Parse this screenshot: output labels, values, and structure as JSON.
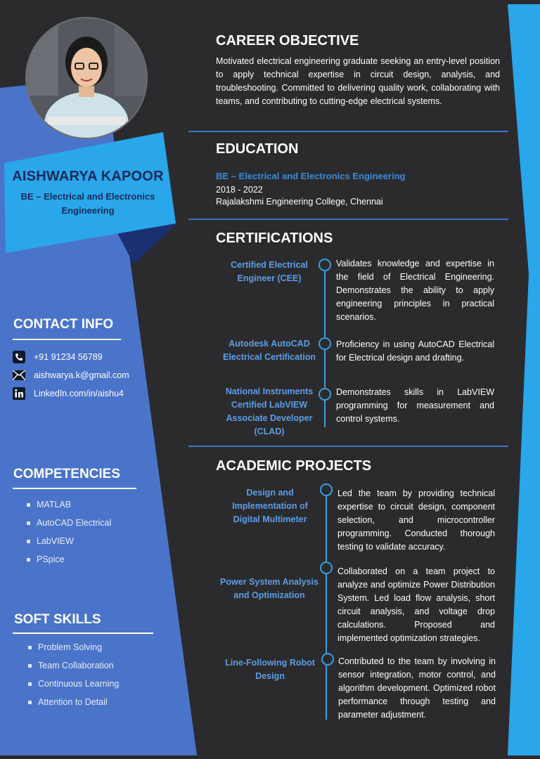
{
  "profile": {
    "name": "AISHWARYA KAPOOR",
    "title": "BE – Electrical and Electronics Engineering"
  },
  "contact": {
    "heading": "CONTACT INFO",
    "phone": "+91 91234 56789",
    "email": "aishwarya.k@gmail.com",
    "linkedin": "LinkedIn.com/in/aishu4"
  },
  "competencies": {
    "heading": "COMPETENCIES",
    "items": [
      "MATLAB",
      "AutoCAD Electrical",
      "LabVIEW",
      "PSpice"
    ]
  },
  "soft_skills": {
    "heading": "SOFT SKILLS",
    "items": [
      "Problem Solving",
      "Team Collaboration",
      "Continuous Learning",
      "Attention to Detail"
    ]
  },
  "career_objective": {
    "heading": "CAREER OBJECTIVE",
    "text": "Motivated electrical engineering graduate seeking an entry-level position to apply technical expertise in circuit design, analysis, and troubleshooting. Committed to delivering quality work, collaborating with teams, and contributing to cutting-edge electrical systems."
  },
  "education": {
    "heading": "EDUCATION",
    "degree": "BE – Electrical and Electronics Engineering",
    "years": "2018 - 2022",
    "college": "Rajalakshmi Engineering College, Chennai"
  },
  "certifications": {
    "heading": "CERTIFICATIONS",
    "items": [
      {
        "title": "Certified Electrical Engineer (CEE)",
        "desc": "Validates knowledge and expertise in the field of Electrical Engineering. Demonstrates the ability to apply engineering principles in practical scenarios."
      },
      {
        "title": "Autodesk AutoCAD Electrical Certification",
        "desc": "Proficiency in using AutoCAD Electrical for Electrical design and drafting."
      },
      {
        "title": "National Instruments Certified LabVIEW Associate Developer (CLAD)",
        "desc": "Demonstrates skills in LabVIEW programming for measurement and control systems."
      }
    ]
  },
  "projects": {
    "heading": "ACADEMIC PROJECTS",
    "items": [
      {
        "title": "Design and Implementation of Digital Multimeter",
        "desc": "Led the team by providing technical expertise to circuit design, component selection, and microcontroller programming. Conducted thorough testing to validate accuracy."
      },
      {
        "title": "Power System Analysis and Optimization",
        "desc": "Collaborated on a team project to analyze and optimize Power Distribution System. Led load flow analysis, short circuit analysis, and voltage drop calculations. Proposed and implemented optimization strategies."
      },
      {
        "title": "Line-Following Robot Design",
        "desc": "Contributed to the team by involving in sensor integration, motor control, and algorithm development. Optimized robot performance through testing and parameter adjustment."
      }
    ]
  },
  "colors": {
    "background": "#2b2b2d",
    "sidebar_blue": "#4a74c9",
    "name_banner": "#2aa6ea",
    "dark_navy": "#1c2f72",
    "accent_line": "#3a9ee0"
  }
}
